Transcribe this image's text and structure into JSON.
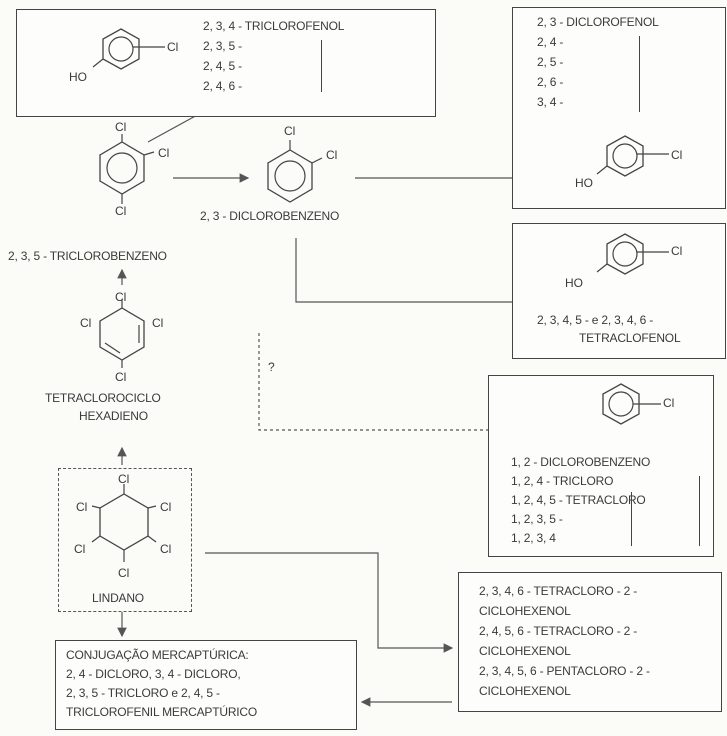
{
  "box_trichlorophenols": {
    "lines": [
      "2, 3, 4 - TRICLOROFENOL",
      "2, 3, 5 -",
      "2, 4, 5 -",
      "2, 4, 6 -"
    ],
    "mol_labels": {
      "cl": "Cl",
      "ho": "HO"
    }
  },
  "box_dichlorophenols": {
    "lines": [
      "2, 3 - DICLOROFENOL",
      "2, 4 -",
      "2, 5 -",
      "2, 6 -",
      "3, 4 -"
    ],
    "mol_labels": {
      "cl": "Cl",
      "ho": "HO"
    }
  },
  "box_tetrachlorophenol": {
    "lines": [
      "2, 3, 4, 5 - e 2, 3, 4, 6 -",
      "TETRACLOFENOL"
    ],
    "mol_labels": {
      "cl": "Cl",
      "ho": "HO"
    }
  },
  "box_chlorobenzenes": {
    "lines": [
      "1, 2 - DICLOROBENZENO",
      "1, 2, 4 - TRICLORO",
      "1, 2, 4, 5 - TETRACLORO",
      "1, 2, 3, 5 -",
      "1, 2, 3, 4"
    ],
    "mol_labels": {
      "cl": "Cl"
    }
  },
  "box_cyclohexenols": {
    "lines": [
      "2, 3, 4, 6 - TETRACLORO - 2 -",
      "CICLOHEXENOL",
      "2, 4, 5, 6 - TETRACLORO - 2 -",
      "CICLOHEXENOL",
      "2, 3, 4, 5, 6 - PENTACLORO - 2 -",
      "CICLOHEXENOL"
    ]
  },
  "box_mercapturic": {
    "lines": [
      "CONJUGAÇÃO MERCAPTÚRICA:",
      "2, 4 - DICLORO, 3, 4 - DICLORO,",
      "2, 3, 5 - TRICLORO e 2, 4, 5 -",
      "TRICLOROFENIL MERCAPTÚRICO"
    ]
  },
  "trichlorobenzene": {
    "name": "2, 3, 5 - TRICLOROBENZENO",
    "cl": "Cl"
  },
  "dichlorobenzene": {
    "name": "2, 3 - DICLOROBENZENO",
    "cl": "Cl"
  },
  "tetrachlorocyclohexadiene": {
    "name_line1": "TETRACLOROCICLO",
    "name_line2": "HEXADIENO",
    "cl": "Cl"
  },
  "lindane": {
    "name": "LINDANO",
    "cl": "Cl"
  },
  "question_mark": "?",
  "colors": {
    "ink": "#3a3a3a",
    "line": "#444444",
    "paper": "#fbfbf8"
  }
}
